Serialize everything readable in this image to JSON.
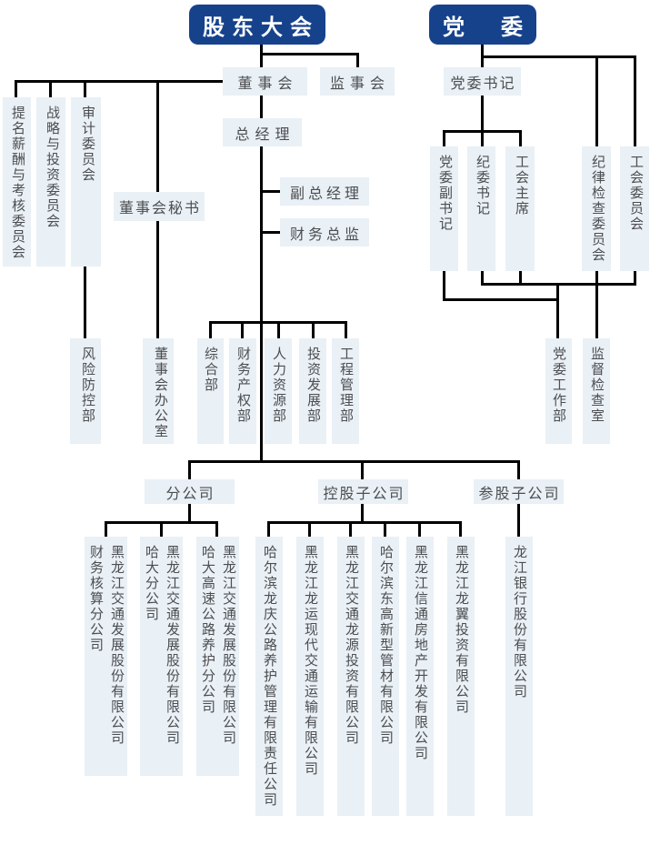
{
  "colors": {
    "root_bg": "#16428c",
    "root_text": "#ffffff",
    "node_bg": "#e9f0f6",
    "node_text": "#4c4e50",
    "line": "#000000"
  },
  "nodes": {
    "shareholders_meeting": {
      "label": "股东大会"
    },
    "party_committee": {
      "label": "党　委"
    },
    "board_of_directors": {
      "label": "董事会"
    },
    "board_of_supervisors": {
      "label": "监事会"
    },
    "general_manager": {
      "label": "总经理"
    },
    "deputy_general_manager": {
      "label": "副总经理"
    },
    "cfo": {
      "label": "财务总监"
    },
    "board_secretary": {
      "label": "董事会秘书"
    },
    "nomination_remuneration_assessment_committee": {
      "label": "提名薪酬与考核委员会"
    },
    "strategy_investment_committee": {
      "label": "战略与投资委员会"
    },
    "audit_committee": {
      "label": "审计委员会"
    },
    "risk_control_dept": {
      "label": "风险防控部"
    },
    "board_office": {
      "label": "董事会办公室"
    },
    "general_dept": {
      "label": "综合部"
    },
    "finance_property_dept": {
      "label": "财务产权部"
    },
    "hr_dept": {
      "label": "人力资源部"
    },
    "investment_development_dept": {
      "label": "投资发展部"
    },
    "engineering_management_dept": {
      "label": "工程管理部"
    },
    "party_secretary": {
      "label": "党委书记"
    },
    "deputy_party_secretary": {
      "label": "党委副书记"
    },
    "discipline_committee_secretary": {
      "label": "纪委书记"
    },
    "labor_union_chairman": {
      "label": "工会主席"
    },
    "discipline_inspection_committee": {
      "label": "纪律检查委员会"
    },
    "labor_union_committee": {
      "label": "工会委员会"
    },
    "party_work_dept": {
      "label": "党委工作部"
    },
    "supervision_inspection_office": {
      "label": "监督检查室"
    },
    "branch_companies": {
      "label": "分公司"
    },
    "holding_subsidiaries": {
      "label": "控股子公司"
    },
    "participating_subsidiaries": {
      "label": "参股子公司"
    },
    "branch_finance_accounting": {
      "label": "黑龙江交通发展股份有限公司\n财务核算分公司"
    },
    "branch_hada": {
      "label": "黑龙江交通发展股份有限公司\n哈大分公司"
    },
    "branch_hada_expressway": {
      "label": "黑龙江交通发展股份有限公司\n哈大高速公路养护分公司"
    },
    "holding_longqing": {
      "label": "哈尔滨龙庆公路养护管理有限责任公司"
    },
    "holding_longyun": {
      "label": "黑龙江龙运现代交通运输有限公司"
    },
    "holding_longyuan": {
      "label": "黑龙江交通龙源投资有限公司"
    },
    "holding_donggao": {
      "label": "哈尔滨东高新型管材有限公司"
    },
    "holding_xintong": {
      "label": "黑龙江信通房地产开发有限公司"
    },
    "holding_longyi": {
      "label": "黑龙江龙翼投资有限公司"
    },
    "participating_longjiang_bank": {
      "label": "龙江银行股份有限公司"
    }
  }
}
